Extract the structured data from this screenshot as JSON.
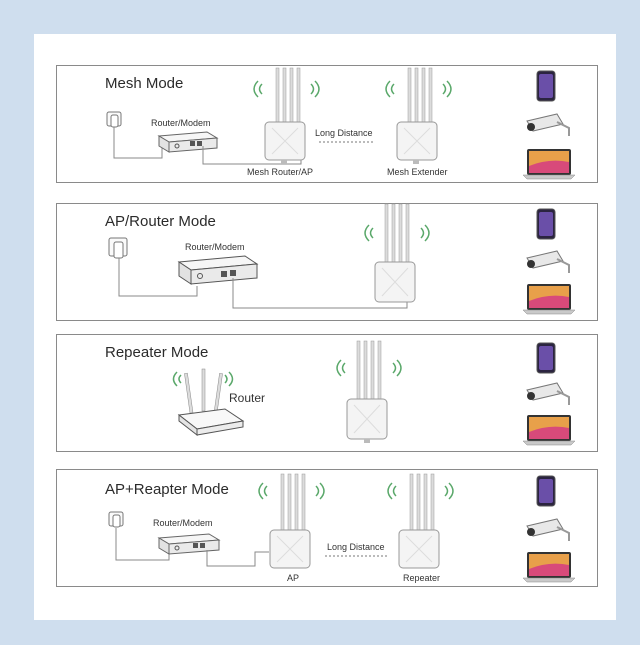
{
  "colors": {
    "background": "#cfdeee",
    "frame_border": "#8a8a8a",
    "wifi_green": "#5aa86a",
    "cable": "#8a8a8a",
    "device_white": "#f4f4f4"
  },
  "icons": [
    "wifi-signal-icon",
    "outdoor-ap-icon",
    "modem-icon",
    "wall-socket-icon",
    "dual-band-router-icon",
    "phone-icon",
    "camera-icon",
    "laptop-icon"
  ],
  "modes": [
    {
      "title": "Mesh Mode",
      "labels": {
        "modem": "Router/Modem",
        "link": "Long Distance",
        "left_unit": "Mesh Router/AP",
        "right_unit": "Mesh Extender"
      }
    },
    {
      "title": "AP/Router Mode",
      "labels": {
        "modem": "Router/Modem"
      }
    },
    {
      "title": "Repeater Mode",
      "labels": {
        "router": "Router"
      }
    },
    {
      "title": "AP+Reapter Mode",
      "labels": {
        "modem": "Router/Modem",
        "link": "Long Distance",
        "left_unit": "AP",
        "right_unit": "Repeater"
      }
    }
  ]
}
